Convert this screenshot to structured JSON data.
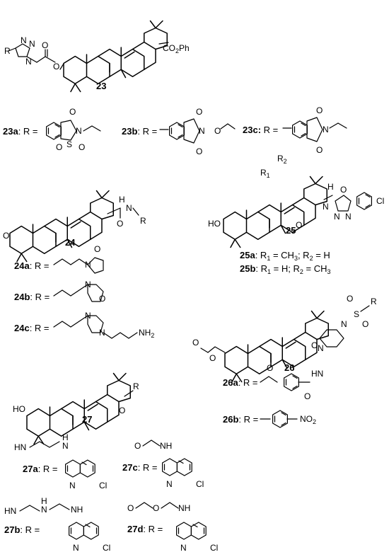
{
  "compounds": {
    "c23": {
      "id": "23",
      "ester": "CO",
      "ester_sub": "2",
      "ester_tail": "Ph",
      "triazole_r": "R"
    },
    "c23a": {
      "id": "23a",
      "eq": ": R =",
      "atoms": [
        "O",
        "N",
        "S",
        "O",
        "O"
      ]
    },
    "c23b": {
      "id": "23b",
      "eq": ": R =",
      "atoms": [
        "O",
        "N",
        "O",
        "O"
      ]
    },
    "c23c": {
      "id": "23c",
      "eq": ": R =",
      "atoms": [
        "O",
        "N",
        "O"
      ]
    },
    "c24": {
      "id": "24",
      "atoms": [
        "O",
        "H",
        "N",
        "R",
        "O"
      ]
    },
    "c24a": {
      "id": "24a",
      "eq": ": R =",
      "atoms": [
        "O",
        "N"
      ]
    },
    "c24b": {
      "id": "24b",
      "eq": ": R =",
      "atoms": [
        "N",
        "O"
      ]
    },
    "c24c": {
      "id": "24c",
      "eq": ": R =",
      "atoms": [
        "N",
        "N",
        "NH",
        "2"
      ]
    },
    "c25": {
      "id": "25",
      "atoms": [
        "HO",
        "R",
        "1",
        "R",
        "2",
        "H",
        "N",
        "O",
        "N",
        "N",
        "Cl",
        "O"
      ]
    },
    "c25a": {
      "id": "25a",
      "text": ": R",
      "r1sub": "1",
      "r1val": " = CH",
      "r1valsub": "3",
      "sep": "; R",
      "r2sub": "2",
      "r2val": " = H"
    },
    "c25b": {
      "id": "25b",
      "text": ": R",
      "r1sub": "1",
      "r1val": " = H;  R",
      "r2sub": "2",
      "r2val": " = CH",
      "r2valsub": "3"
    },
    "c26": {
      "id": "26",
      "atoms": [
        "O",
        "O",
        "N",
        "N",
        "O",
        "S",
        "R",
        "O",
        "O"
      ]
    },
    "c26a": {
      "id": "26a",
      "eq": ": R =",
      "atoms": [
        "O",
        "H",
        "N",
        "O"
      ]
    },
    "c26b": {
      "id": "26b",
      "eq": ": R =",
      "atoms": [
        "NO",
        "2"
      ]
    },
    "c27": {
      "id": "27",
      "atoms": [
        "HO",
        "R",
        "O"
      ]
    },
    "c27a": {
      "id": "27a",
      "eq": ": R =",
      "atoms": [
        "HN",
        "H",
        "N",
        "N",
        "Cl"
      ]
    },
    "c27b": {
      "id": "27b",
      "eq": ": R =",
      "atoms": [
        "HN",
        "H",
        "N",
        "NH",
        "N",
        "Cl"
      ]
    },
    "c27c": {
      "id": "27c",
      "eq": ": R =",
      "atoms": [
        "O",
        "NH",
        "N",
        "Cl"
      ]
    },
    "c27d": {
      "id": "27d",
      "eq": ": R =",
      "atoms": [
        "O",
        "O",
        "NH",
        "N",
        "Cl"
      ]
    }
  }
}
